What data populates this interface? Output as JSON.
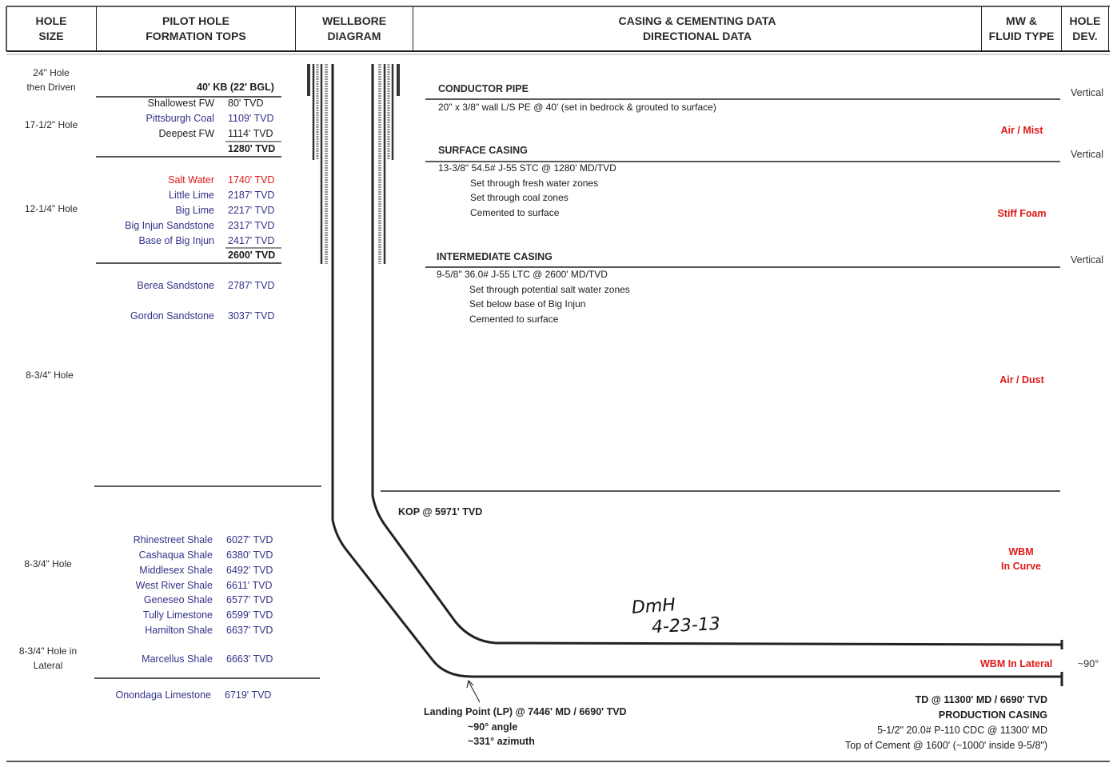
{
  "header": {
    "col1": [
      "HOLE",
      "SIZE"
    ],
    "col2": [
      "PILOT HOLE",
      "FORMATION TOPS"
    ],
    "col3": [
      "WELLBORE",
      "DIAGRAM"
    ],
    "col4": [
      "CASING & CEMENTING DATA",
      "DIRECTIONAL DATA"
    ],
    "col5": [
      "MW &",
      "FLUID TYPE"
    ],
    "col6": [
      "HOLE",
      "DEV."
    ]
  },
  "hole_sizes": [
    [
      "24\" Hole",
      "then Driven"
    ],
    [
      "17-1/2\" Hole"
    ],
    [
      "12-1/4\" Hole"
    ],
    [
      "8-3/4\" Hole"
    ],
    [
      "8-3/4\" Hole"
    ],
    [
      "8-3/4\" Hole in",
      "Lateral"
    ]
  ],
  "kb_label": "40' KB (22' BGL)",
  "formations_surface": [
    {
      "name": "Shallowest FW",
      "tvd": "80' TVD",
      "color": "black"
    },
    {
      "name": "Pittsburgh Coal",
      "tvd": "1109' TVD",
      "color": "blue"
    },
    {
      "name": "Deepest FW",
      "tvd": "1114' TVD",
      "color": "black"
    }
  ],
  "surface_casing_depth": "1280' TVD",
  "formations_intermediate": [
    {
      "name": "Salt Water",
      "tvd": "1740' TVD",
      "color": "red"
    },
    {
      "name": "Little Lime",
      "tvd": "2187' TVD",
      "color": "blue"
    },
    {
      "name": "Big Lime",
      "tvd": "2217' TVD",
      "color": "blue"
    },
    {
      "name": "Big Injun Sandstone",
      "tvd": "2317' TVD",
      "color": "blue"
    },
    {
      "name": "Base of Big Injun",
      "tvd": "2417' TVD",
      "color": "blue"
    }
  ],
  "intermediate_casing_depth": "2600' TVD",
  "formations_vertical": [
    {
      "name": "Berea Sandstone",
      "tvd": "2787' TVD",
      "color": "blue"
    },
    {
      "name": "Gordon Sandstone",
      "tvd": "3037' TVD",
      "color": "blue"
    }
  ],
  "formations_curve": [
    {
      "name": "Rhinestreet Shale",
      "tvd": "6027' TVD",
      "color": "blue"
    },
    {
      "name": "Cashaqua Shale",
      "tvd": "6380' TVD",
      "color": "blue"
    },
    {
      "name": "Middlesex Shale",
      "tvd": "6492' TVD",
      "color": "blue"
    },
    {
      "name": "West River Shale",
      "tvd": "6611' TVD",
      "color": "blue"
    },
    {
      "name": "Geneseo Shale",
      "tvd": "6577' TVD",
      "color": "blue"
    },
    {
      "name": "Tully Limestone",
      "tvd": "6599' TVD",
      "color": "blue"
    },
    {
      "name": "Hamilton Shale",
      "tvd": "6637' TVD",
      "color": "blue"
    },
    {
      "name": "Marcellus Shale",
      "tvd": "6663' TVD",
      "color": "blue"
    },
    {
      "name": "Onondaga Limestone",
      "tvd": "6719' TVD",
      "color": "blue"
    }
  ],
  "casing": {
    "conductor": {
      "title": "CONDUCTOR PIPE",
      "details": [
        "20\" x 3/8\" wall L/S PE @ 40' (set in bedrock & grouted to surface)"
      ]
    },
    "surface": {
      "title": "SURFACE CASING",
      "details": [
        "13-3/8\" 54.5# J-55 STC @ 1280' MD/TVD",
        "Set through fresh water zones",
        "Set through coal zones",
        "Cemented to surface"
      ]
    },
    "intermediate": {
      "title": "INTERMEDIATE CASING",
      "details": [
        "9-5/8\" 36.0# J-55 LTC @ 2600' MD/TVD",
        "Set through potential salt water zones",
        "Set below base of Big Injun",
        "Cemented to surface"
      ]
    }
  },
  "kop": "KOP @ 5971' TVD",
  "landing_point": [
    "Landing Point (LP) @ 7446' MD / 6690' TVD",
    "~90° angle",
    "~331° azimuth"
  ],
  "production": [
    "TD @ 11300' MD / 6690' TVD",
    "PRODUCTION CASING",
    "5-1/2\" 20.0# P-110 CDC @ 11300' MD",
    "Top of Cement @ 1600' (~1000' inside 9-5/8\")"
  ],
  "fluids": {
    "f1": [
      "Air / Mist"
    ],
    "f2": [
      "Stiff Foam"
    ],
    "f3": [
      "Air / Dust"
    ],
    "f4": [
      "WBM",
      "In Curve"
    ],
    "f5": [
      "WBM In Lateral"
    ]
  },
  "hole_dev": [
    "Vertical",
    "Vertical",
    "Vertical",
    "~90°"
  ],
  "handwriting": [
    "DmH",
    "4-23-13"
  ]
}
